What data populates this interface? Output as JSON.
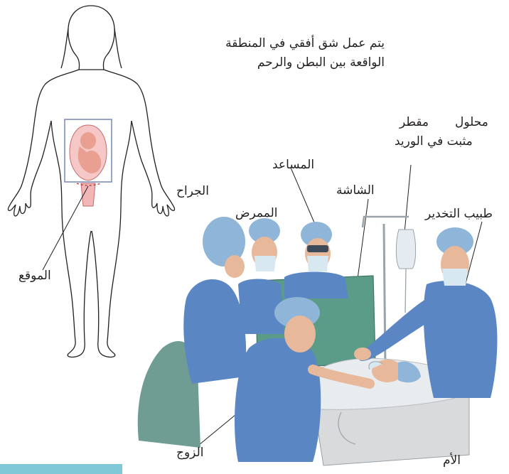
{
  "description": {
    "line1": "يتم عمل شق أفقي في المنطقة",
    "line2": "الواقعة بين البطن والرحم"
  },
  "labels": {
    "surgeon": "الجراح",
    "site": "الموقع",
    "nurse": "الممرض",
    "assistant": "المساعد",
    "screen": "الشاشة",
    "iv_solution": "محلول",
    "iv_drip": "مقطر",
    "iv_fixed": "مثبت في الوريد",
    "anesthetist": "طبيب التخدير",
    "husband": "الزوج",
    "mother": "الأم"
  },
  "colors": {
    "scrubs": "#5b86c4",
    "caps": "#8fb6d8",
    "skin": "#e8b89a",
    "screen": "#5a9c88",
    "bar": "#7ec8d8"
  }
}
